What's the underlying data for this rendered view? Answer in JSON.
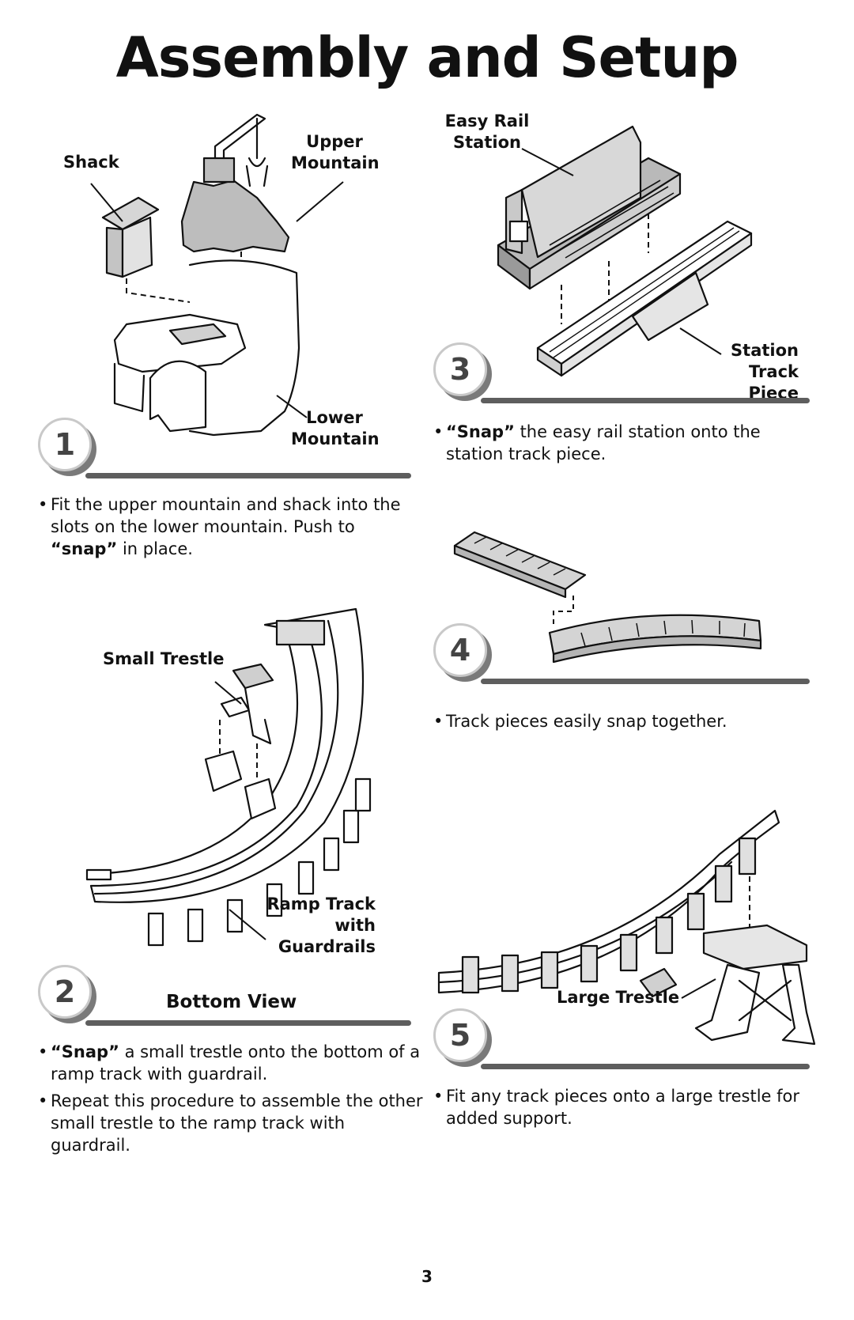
{
  "page_title": "Assembly and Setup",
  "page_number": "3",
  "steps": [
    {
      "number": "1",
      "callouts": {
        "shack": "Shack",
        "upper_mountain": "Upper Mountain",
        "lower_mountain": "Lower Mountain"
      },
      "bullets": [
        {
          "pre": "Fit the upper mountain and shack into the slots on the lower mountain. Push to ",
          "bold": "“snap”",
          "post": " in place."
        }
      ]
    },
    {
      "number": "2",
      "subtitle": "Bottom View",
      "callouts": {
        "small_trestle": "Small Trestle",
        "ramp_track": "Ramp Track with Guardrails"
      },
      "bullets": [
        {
          "pre": "",
          "bold": "“Snap”",
          "post": " a small trestle onto the bottom of a ramp track with guardrail."
        },
        {
          "pre": "Repeat this procedure to assemble the other small trestle to the ramp track with guardrail.",
          "bold": "",
          "post": ""
        }
      ]
    },
    {
      "number": "3",
      "callouts": {
        "easy_rail_station": "Easy Rail Station",
        "station_track_piece": "Station Track Piece"
      },
      "bullets": [
        {
          "pre": "",
          "bold": "“Snap”",
          "post": " the easy rail station onto the station track piece."
        }
      ]
    },
    {
      "number": "4",
      "bullets": [
        {
          "pre": "Track pieces easily snap together.",
          "bold": "",
          "post": ""
        }
      ]
    },
    {
      "number": "5",
      "callouts": {
        "large_trestle": "Large Trestle"
      },
      "bullets": [
        {
          "pre": "Fit any track pieces onto a large trestle for added support.",
          "bold": "",
          "post": ""
        }
      ]
    }
  ]
}
